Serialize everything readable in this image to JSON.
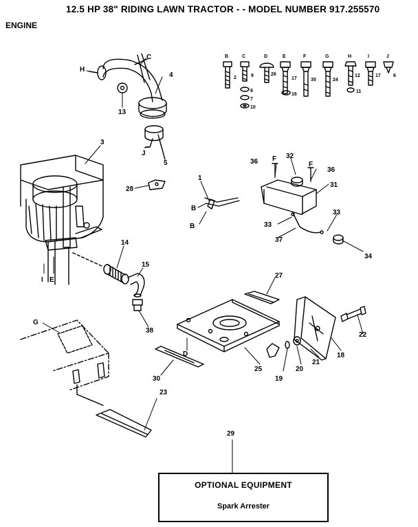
{
  "header": {
    "title": "12.5 HP 38\" RIDING LAWN TRACTOR - - MODEL NUMBER 917.255570",
    "section": "ENGINE"
  },
  "hardware": [
    {
      "letter": "B",
      "qty": "2"
    },
    {
      "letter": "C",
      "qty": "9"
    },
    {
      "letter": "D",
      "qty": "26"
    },
    {
      "letter": "E",
      "qty": "17"
    },
    {
      "letter": "F",
      "qty": "35"
    },
    {
      "letter": "G",
      "qty": "24"
    },
    {
      "letter": "H",
      "qty": "12"
    },
    {
      "letter": "I",
      "qty": "17"
    },
    {
      "letter": "J",
      "qty": "6"
    }
  ],
  "washers": [
    "8",
    "7",
    "10",
    "16",
    "11"
  ],
  "callouts": [
    "1",
    "3",
    "4",
    "5",
    "13",
    "14",
    "15",
    "18",
    "19",
    "20",
    "21",
    "22",
    "23",
    "25",
    "27",
    "28",
    "29",
    "30",
    "31",
    "32",
    "33",
    "33",
    "34",
    "36",
    "36",
    "37",
    "38",
    "B",
    "B",
    "C",
    "D",
    "E",
    "F",
    "F",
    "G",
    "H",
    "I",
    "J"
  ],
  "optional_box": {
    "title": "OPTIONAL EQUIPMENT",
    "item": "Spark Arrester"
  }
}
